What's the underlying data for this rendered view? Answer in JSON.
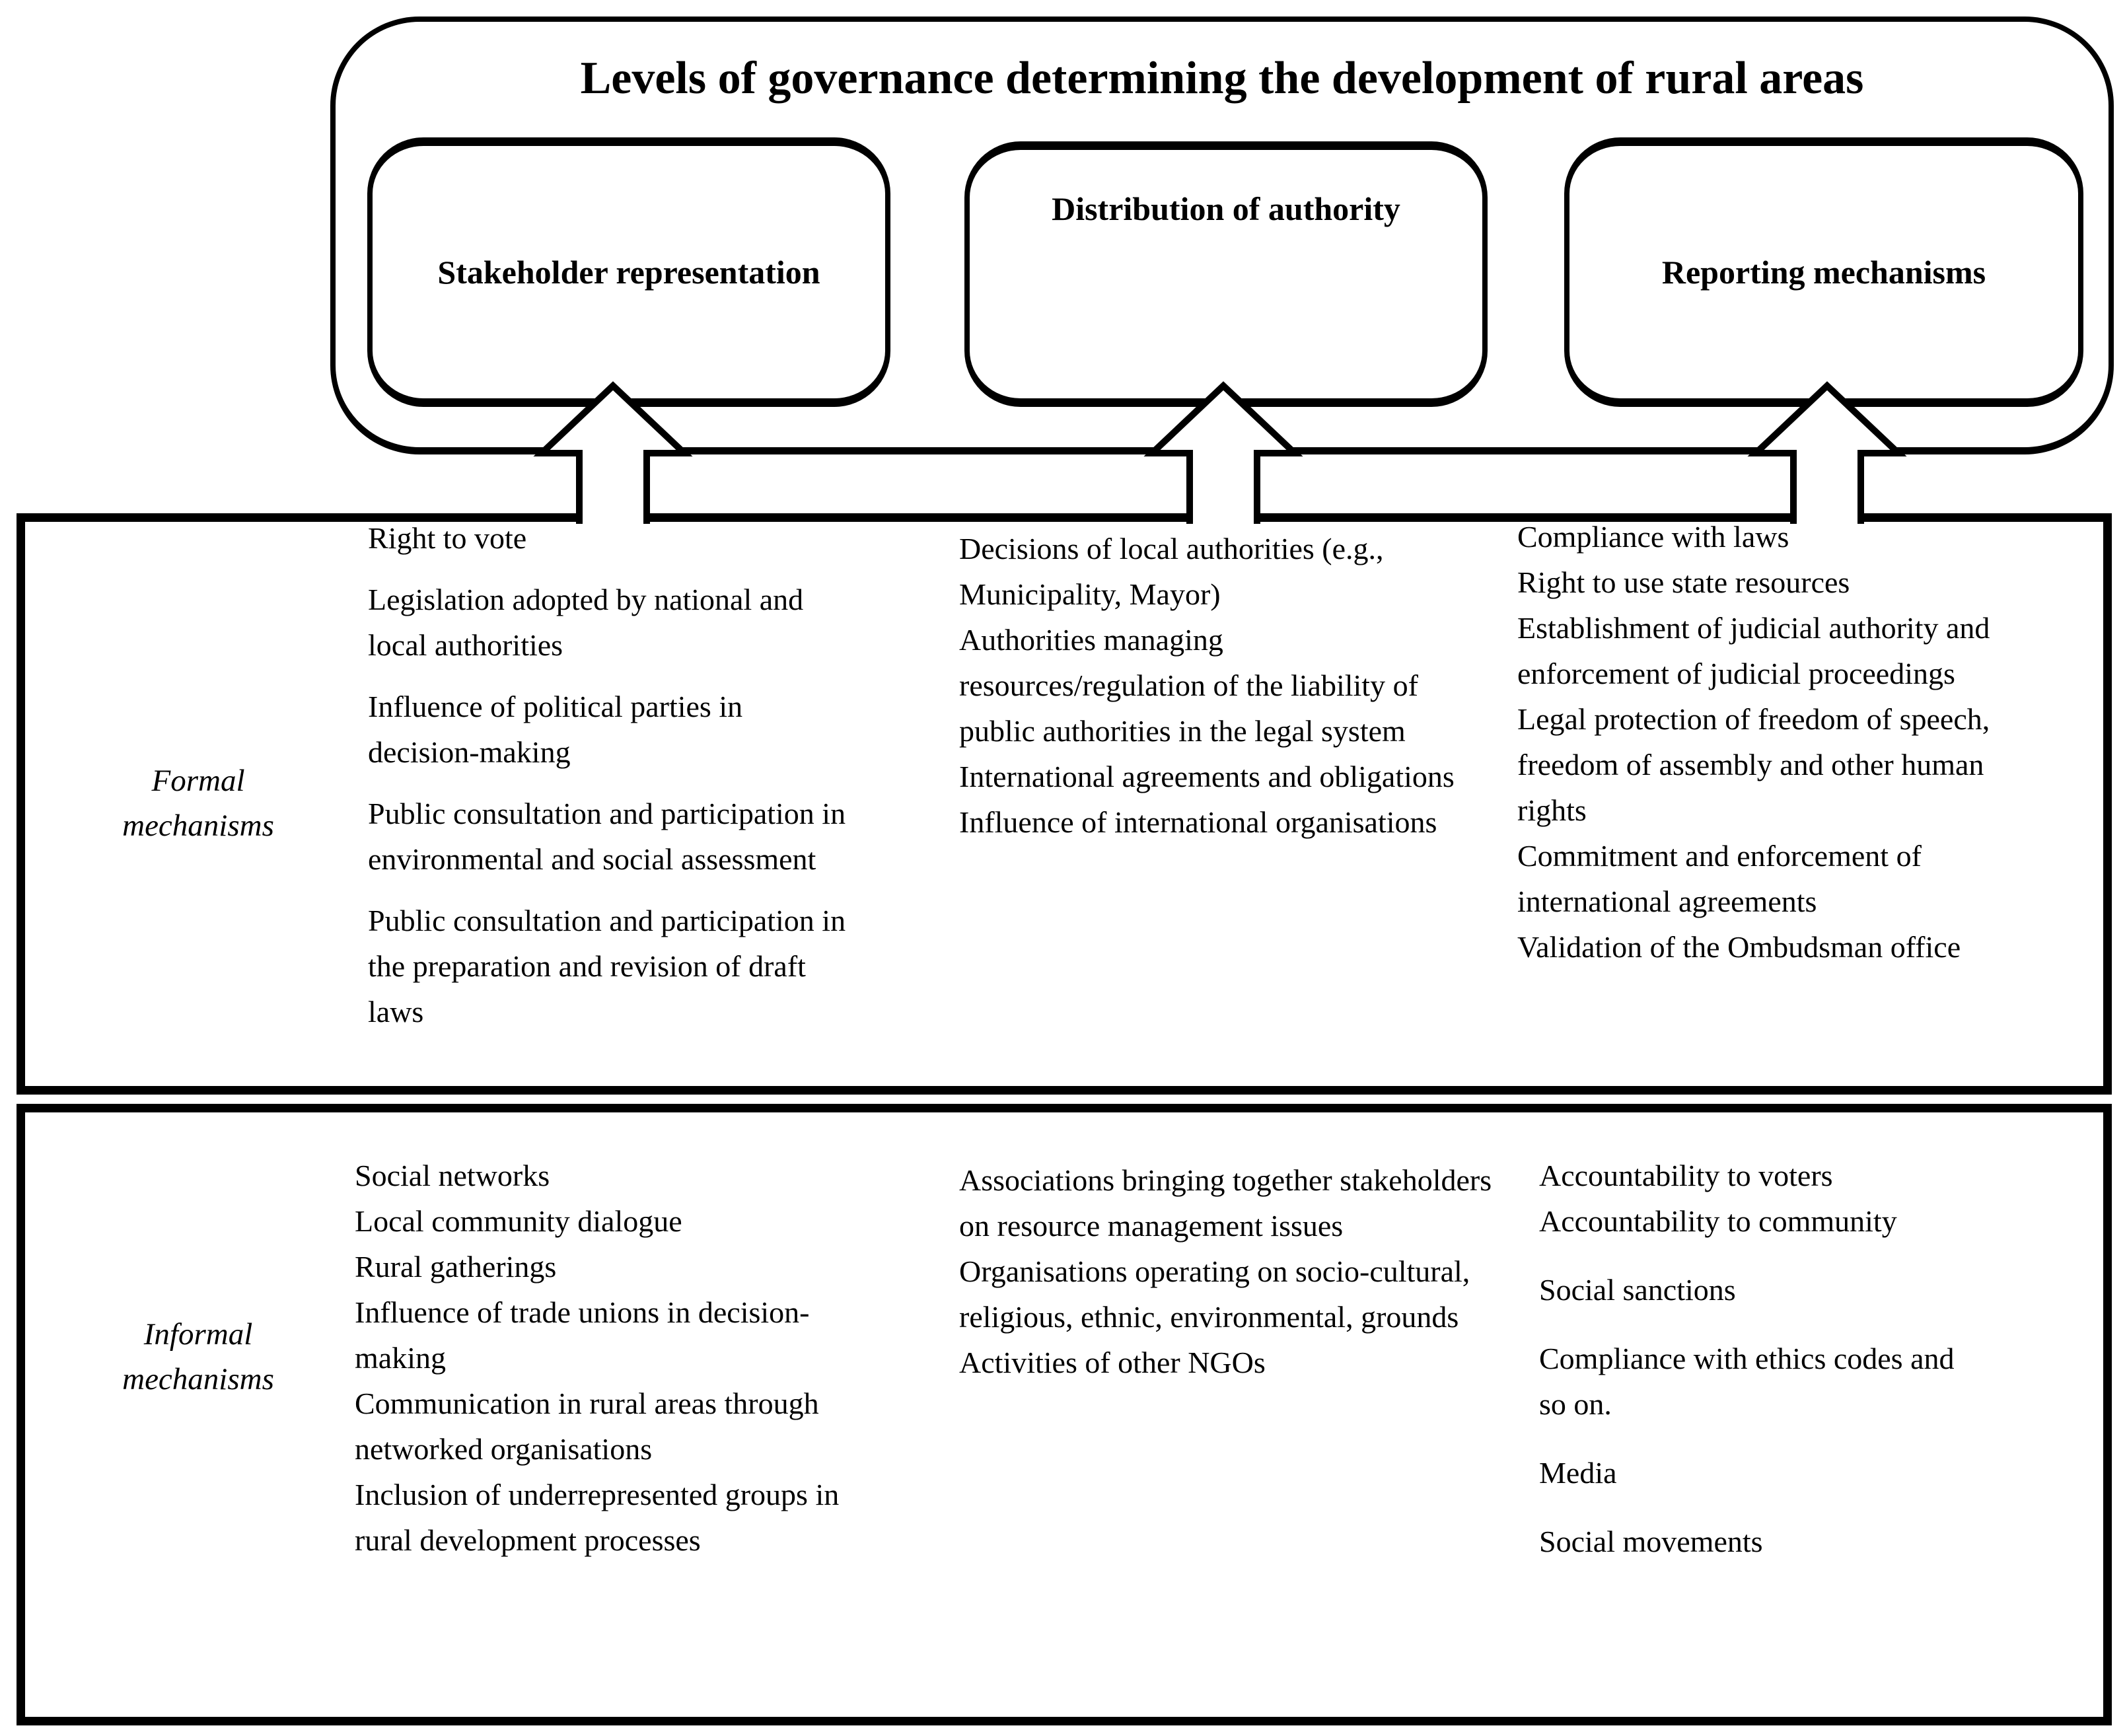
{
  "colors": {
    "ink": "#000000",
    "background": "#ffffff"
  },
  "title": "Levels of governance determining the development of rural areas",
  "top_boxes": [
    {
      "label": "Stakeholder representation"
    },
    {
      "label": "Distribution of authority"
    },
    {
      "label": "Reporting mechanisms"
    }
  ],
  "rows": [
    {
      "label": "Formal mechanisms",
      "columns": [
        {
          "items": [
            "Right to vote",
            "Legislation adopted by national and local authorities",
            "Influence of political parties in decision-making",
            "Public consultation and participation in environmental and social assessment",
            "Public consultation and participation in the preparation and revision of draft laws"
          ]
        },
        {
          "items": [
            "Decisions of local authorities (e.g., Municipality, Mayor)",
            "Authorities managing resources/regulation of the liability of public authorities in the legal system",
            "International agreements and obligations",
            "Influence of international organisations"
          ]
        },
        {
          "items": [
            "Compliance with laws",
            "Right to use state resources",
            "Establishment of judicial authority and enforcement of judicial proceedings",
            "Legal protection of freedom of speech, freedom of assembly and other human rights",
            "Commitment and enforcement of international agreements",
            "Validation of the Ombudsman office"
          ]
        }
      ]
    },
    {
      "label": "Informal mechanisms",
      "columns": [
        {
          "items": [
            "Social networks",
            "Local community dialogue",
            "Rural gatherings",
            "Influence of trade unions in decision-making",
            "Communication in rural areas through networked organisations",
            "Inclusion of underrepresented groups in rural development processes"
          ]
        },
        {
          "items": [
            "Associations bringing together stakeholders on resource management issues",
            "Organisations operating on socio-cultural, religious, ethnic, environmental, grounds",
            "Activities of other NGOs"
          ]
        },
        {
          "items": [
            "Accountability to voters",
            "Accountability to community",
            "Social sanctions",
            "Compliance with ethics codes and so on.",
            "Media",
            "Social movements"
          ]
        }
      ]
    }
  ]
}
